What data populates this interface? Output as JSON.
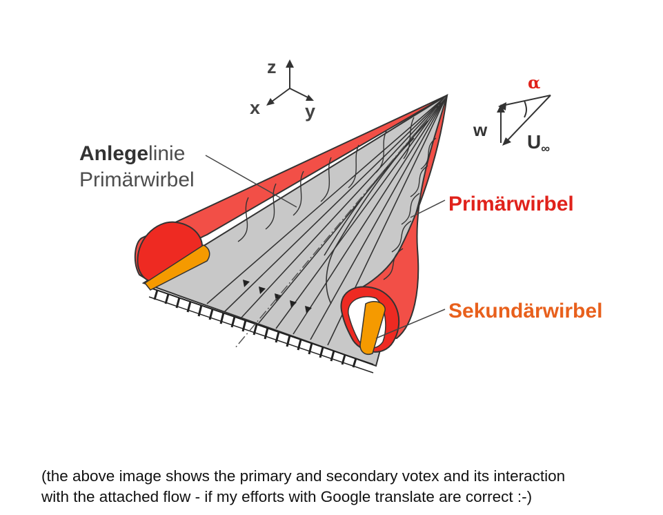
{
  "diagram": {
    "labels": {
      "attachment_line_bold": "Anlege",
      "attachment_line_rest": "linie",
      "attachment_line_2": "Primärwirbel",
      "primary_vortex": "Primärwirbel",
      "secondary_vortex": "Sekundärwirbel"
    },
    "axes": {
      "z": "z",
      "x": "x",
      "y": "y"
    },
    "velocity": {
      "alpha": "α",
      "w": "w",
      "u_inf": "U",
      "u_inf_sub": "∞"
    },
    "colors": {
      "primary_vortex": "#ee2a22",
      "primary_vortex_light": "#f24f47",
      "secondary_vortex": "#f59a00",
      "wing_surface": "#c8c8c8",
      "secondary_label": "#e8601c",
      "primary_label": "#e0221b"
    }
  },
  "caption": {
    "line1": "(the above image shows the primary and secondary votex and its interaction",
    "line2": "with the attached flow - if my efforts with Google translate are correct :-)"
  }
}
